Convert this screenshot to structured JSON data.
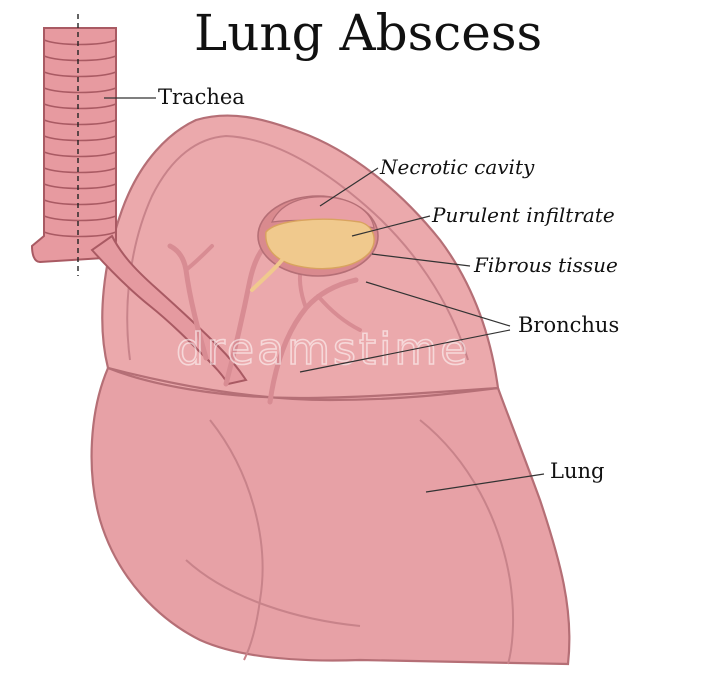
{
  "title": "Lung Abscess",
  "watermark": "dreamstime",
  "labels": {
    "trachea": "Trachea",
    "necrotic_cavity": "Necrotic cavity",
    "purulent_infiltrate": "Purulent infiltrate",
    "fibrous_tissue": "Fibrous tissue",
    "bronchus": "Bronchus",
    "lung": "Lung"
  },
  "colors": {
    "lung_upper": "#eba9ac",
    "lung_lower": "#e7a1a6",
    "lung_outline": "#b56f76",
    "lung_inner_line": "#c8838a",
    "trachea_fill": "#e79aa0",
    "trachea_ring_line": "#a95a63",
    "bronchus_fill": "#e59aa0",
    "vessel": "#d88c93",
    "abscess_pus": "#f0c98d",
    "abscess_ring": "#d98a8e",
    "text": "#111111"
  }
}
